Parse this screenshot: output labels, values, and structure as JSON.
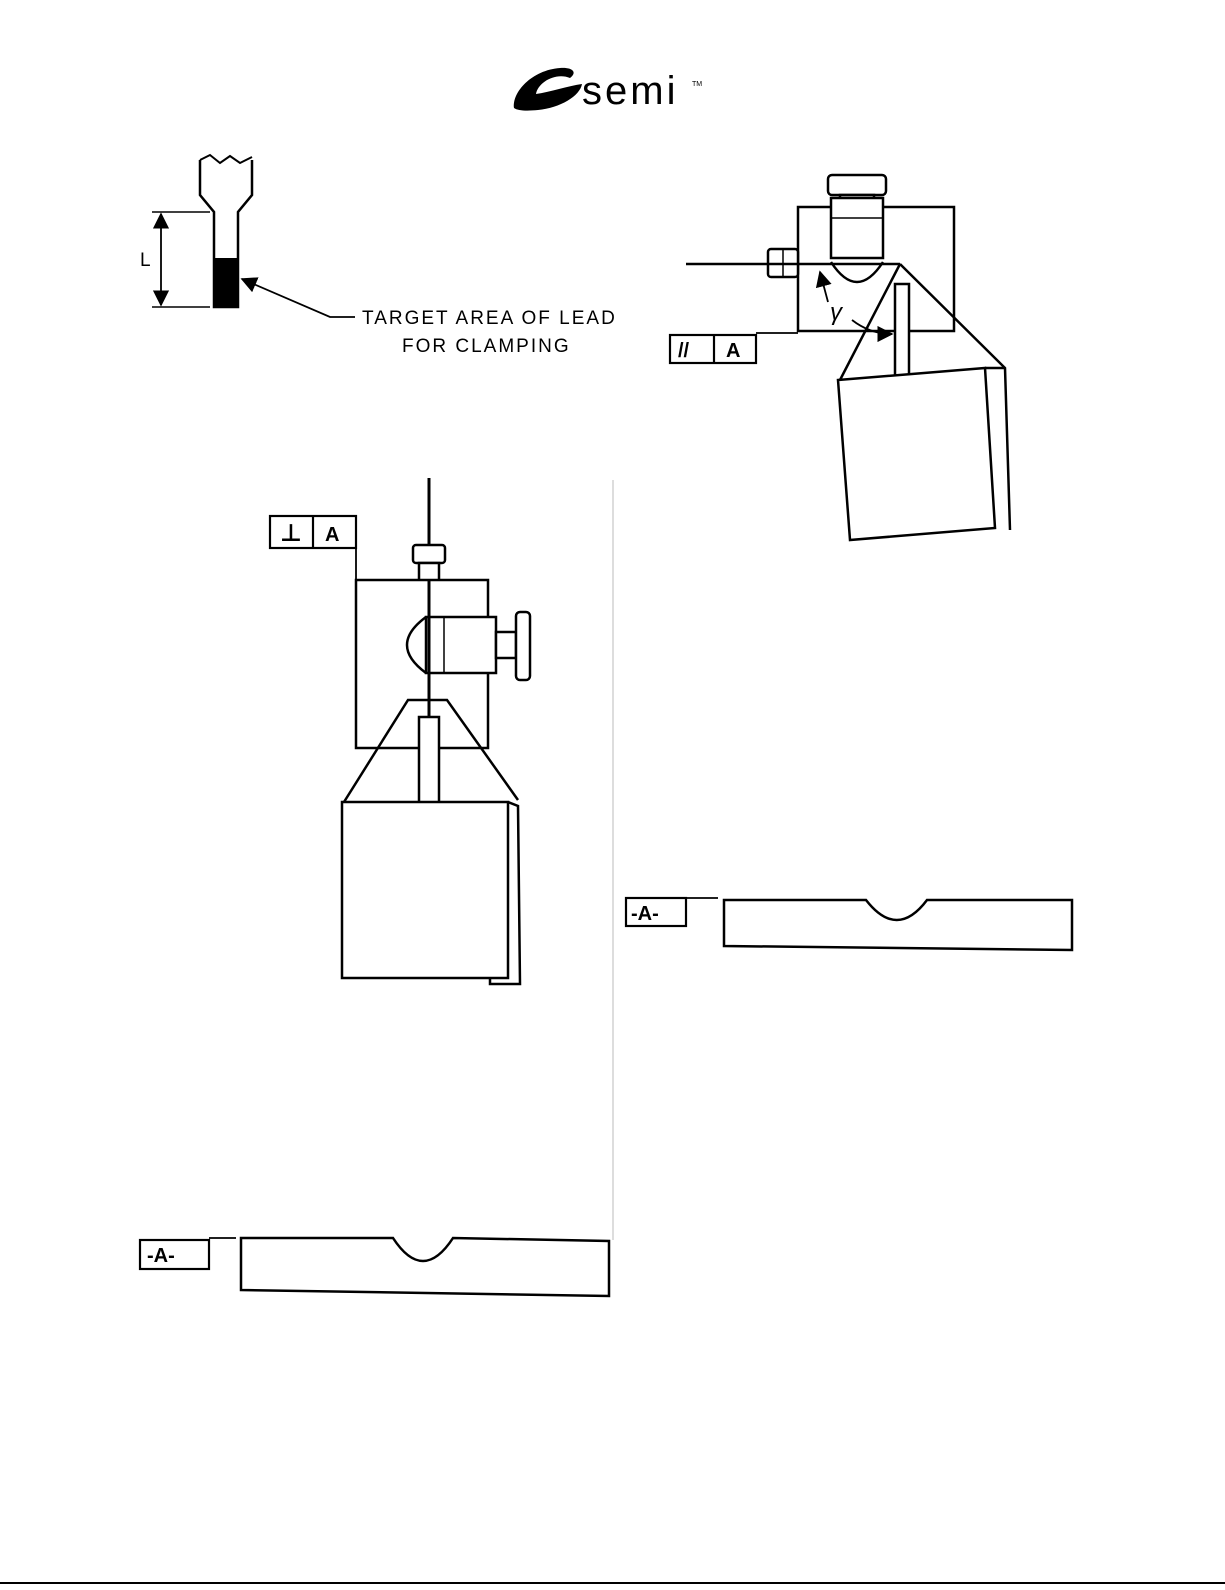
{
  "header": {
    "logo_text": "semi",
    "logo_mark": "TM"
  },
  "lead_detail": {
    "dimension_label": "L",
    "callout_line1": "TARGET AREA OF LEAD",
    "callout_line2": "FOR CLAMPING"
  },
  "angled_fixture": {
    "angle_symbol": "γ",
    "tolerance_symbol": "//",
    "tolerance_datum": "A"
  },
  "vertical_fixture": {
    "tolerance_symbol": "⊥",
    "tolerance_datum": "A"
  },
  "datum_right": {
    "label": "-A-"
  },
  "datum_left": {
    "label": "-A-"
  },
  "colors": {
    "ink": "#000000",
    "paper": "#ffffff"
  }
}
